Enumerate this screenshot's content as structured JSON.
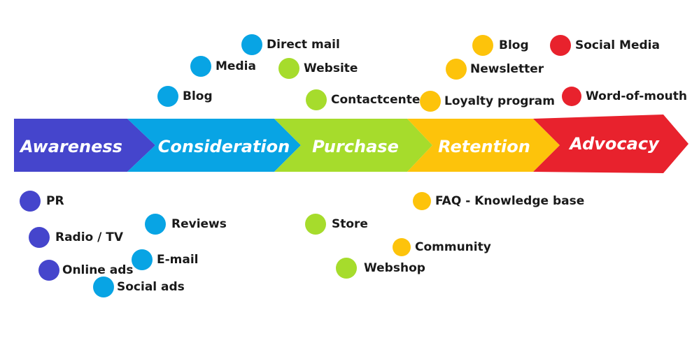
{
  "colors": {
    "awareness": "#4545cc",
    "consideration": "#08a4e4",
    "purchase": "#a6dc2c",
    "retention": "#fdc30b",
    "advocacy": "#e8222d"
  },
  "stages": [
    {
      "label": "Awareness",
      "color_key": "awareness"
    },
    {
      "label": "Consideration",
      "color_key": "consideration"
    },
    {
      "label": "Purchase",
      "color_key": "purchase"
    },
    {
      "label": "Retention",
      "color_key": "retention"
    },
    {
      "label": "Advocacy",
      "color_key": "advocacy"
    }
  ],
  "touchpoints": {
    "awareness": [
      "PR",
      "Radio / TV",
      "Online ads"
    ],
    "consideration": [
      "Direct mail",
      "Media",
      "Blog",
      "Reviews",
      "E-mail",
      "Social ads"
    ],
    "purchase": [
      "Website",
      "Contactcenter",
      "Store",
      "Webshop"
    ],
    "retention": [
      "Blog",
      "Newsletter",
      "Loyalty program",
      "FAQ - Knowledge base",
      "Community"
    ],
    "advocacy": [
      "Social Media",
      "Word-of-mouth"
    ]
  }
}
